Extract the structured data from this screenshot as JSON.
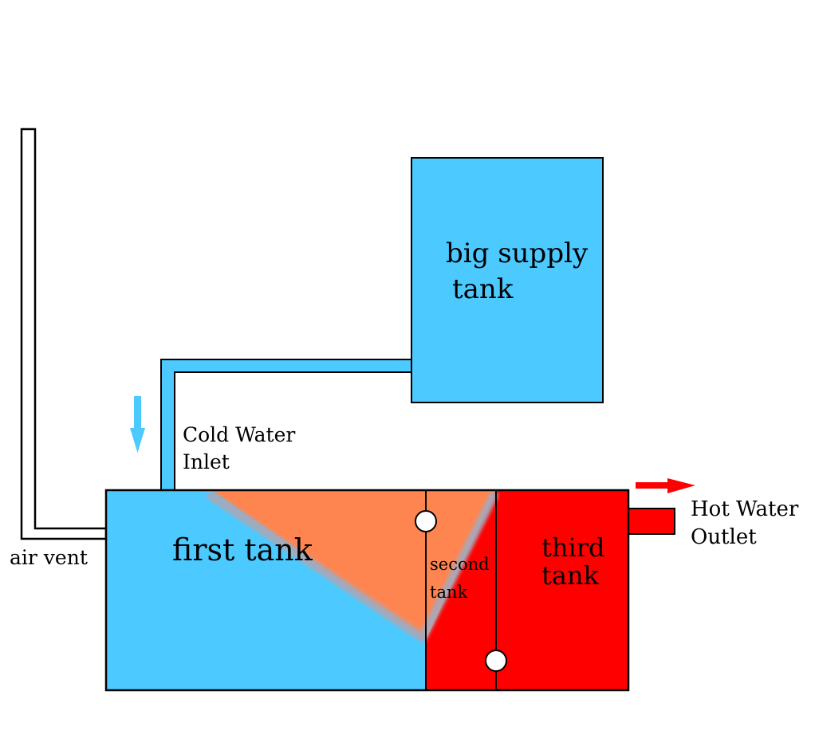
{
  "labels": {
    "big_supply_tank_line1": "big supply",
    "big_supply_tank_line2": "tank",
    "cold_water_inlet_line1": "Cold Water",
    "cold_water_inlet_line2": "Inlet",
    "air_vent": "air vent",
    "first_tank": "first tank",
    "second_tank_line1": "second",
    "second_tank_line2": "tank",
    "third_tank_line1": "third",
    "third_tank_line2": "tank",
    "hot_water_outlet_line1": "Hot Water",
    "hot_water_outlet_line2": "Outlet"
  },
  "colors": {
    "cold": "#4CC9FF",
    "warm": "#FF8550",
    "hot": "#FF0000",
    "membrane": "#A8A8B8",
    "outline": "#000000",
    "background": "#FFFFFF"
  }
}
